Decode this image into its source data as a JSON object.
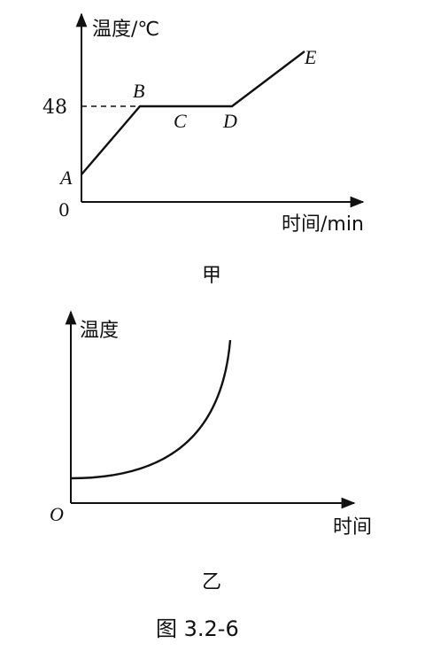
{
  "figure_caption": "图 3.2-6",
  "diagram_jia": {
    "caption": "甲",
    "y_axis_label": "温度/℃",
    "x_axis_label": "时间/min",
    "origin_label": "0",
    "y_tick_label": "48",
    "points": [
      {
        "label": "A"
      },
      {
        "label": "B"
      },
      {
        "label": "C"
      },
      {
        "label": "D"
      },
      {
        "label": "E"
      }
    ]
  },
  "diagram_yi": {
    "caption": "乙",
    "y_axis_label": "温度",
    "x_axis_label": "时间",
    "origin_label": "O"
  }
}
